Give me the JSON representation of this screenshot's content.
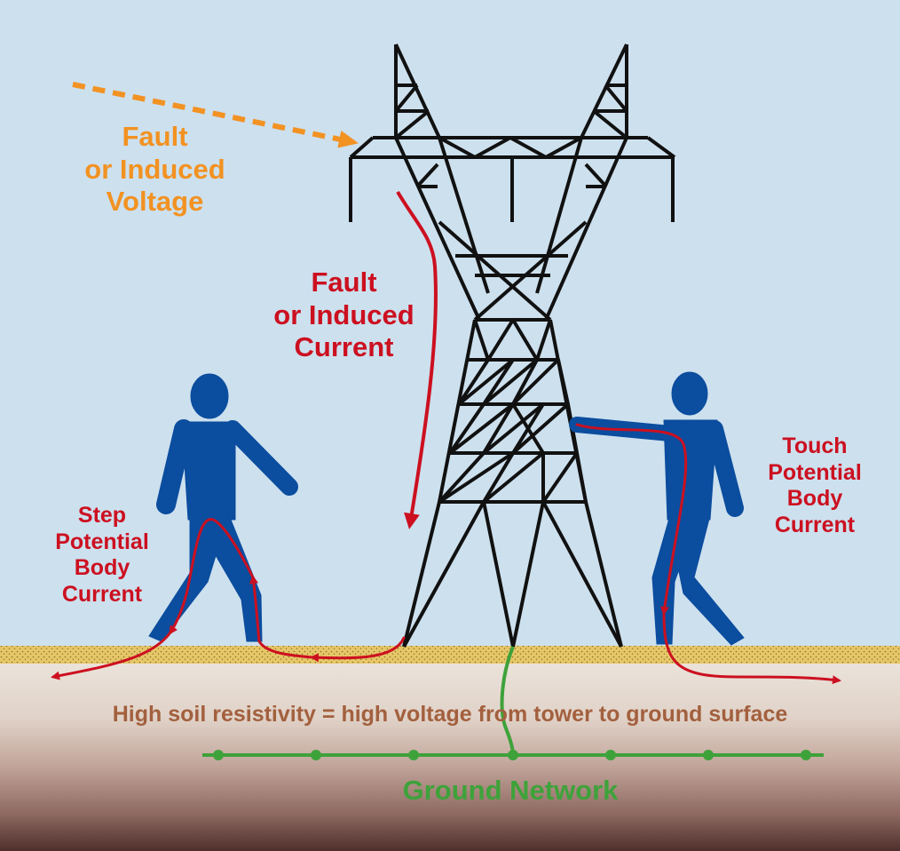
{
  "labels": {
    "fault_voltage": "Fault\nor Induced\nVoltage",
    "fault_current": "Fault\nor Induced\nCurrent",
    "step_potential": "Step\nPotential\nBody\nCurrent",
    "touch_potential": "Touch\nPotential\nBody\nCurrent",
    "soil_resistivity": "High soil resistivity = high voltage from tower to ground surface",
    "ground_network": "Ground Network"
  },
  "colors": {
    "sky": "#cde0ee",
    "tower": "#111111",
    "person": "#0b4d9e",
    "current": "#cc1020",
    "voltage": "#f29222",
    "ground_wire": "#3ea23a",
    "gravel": "#e4c56a",
    "soil_text": "#a3603e"
  }
}
